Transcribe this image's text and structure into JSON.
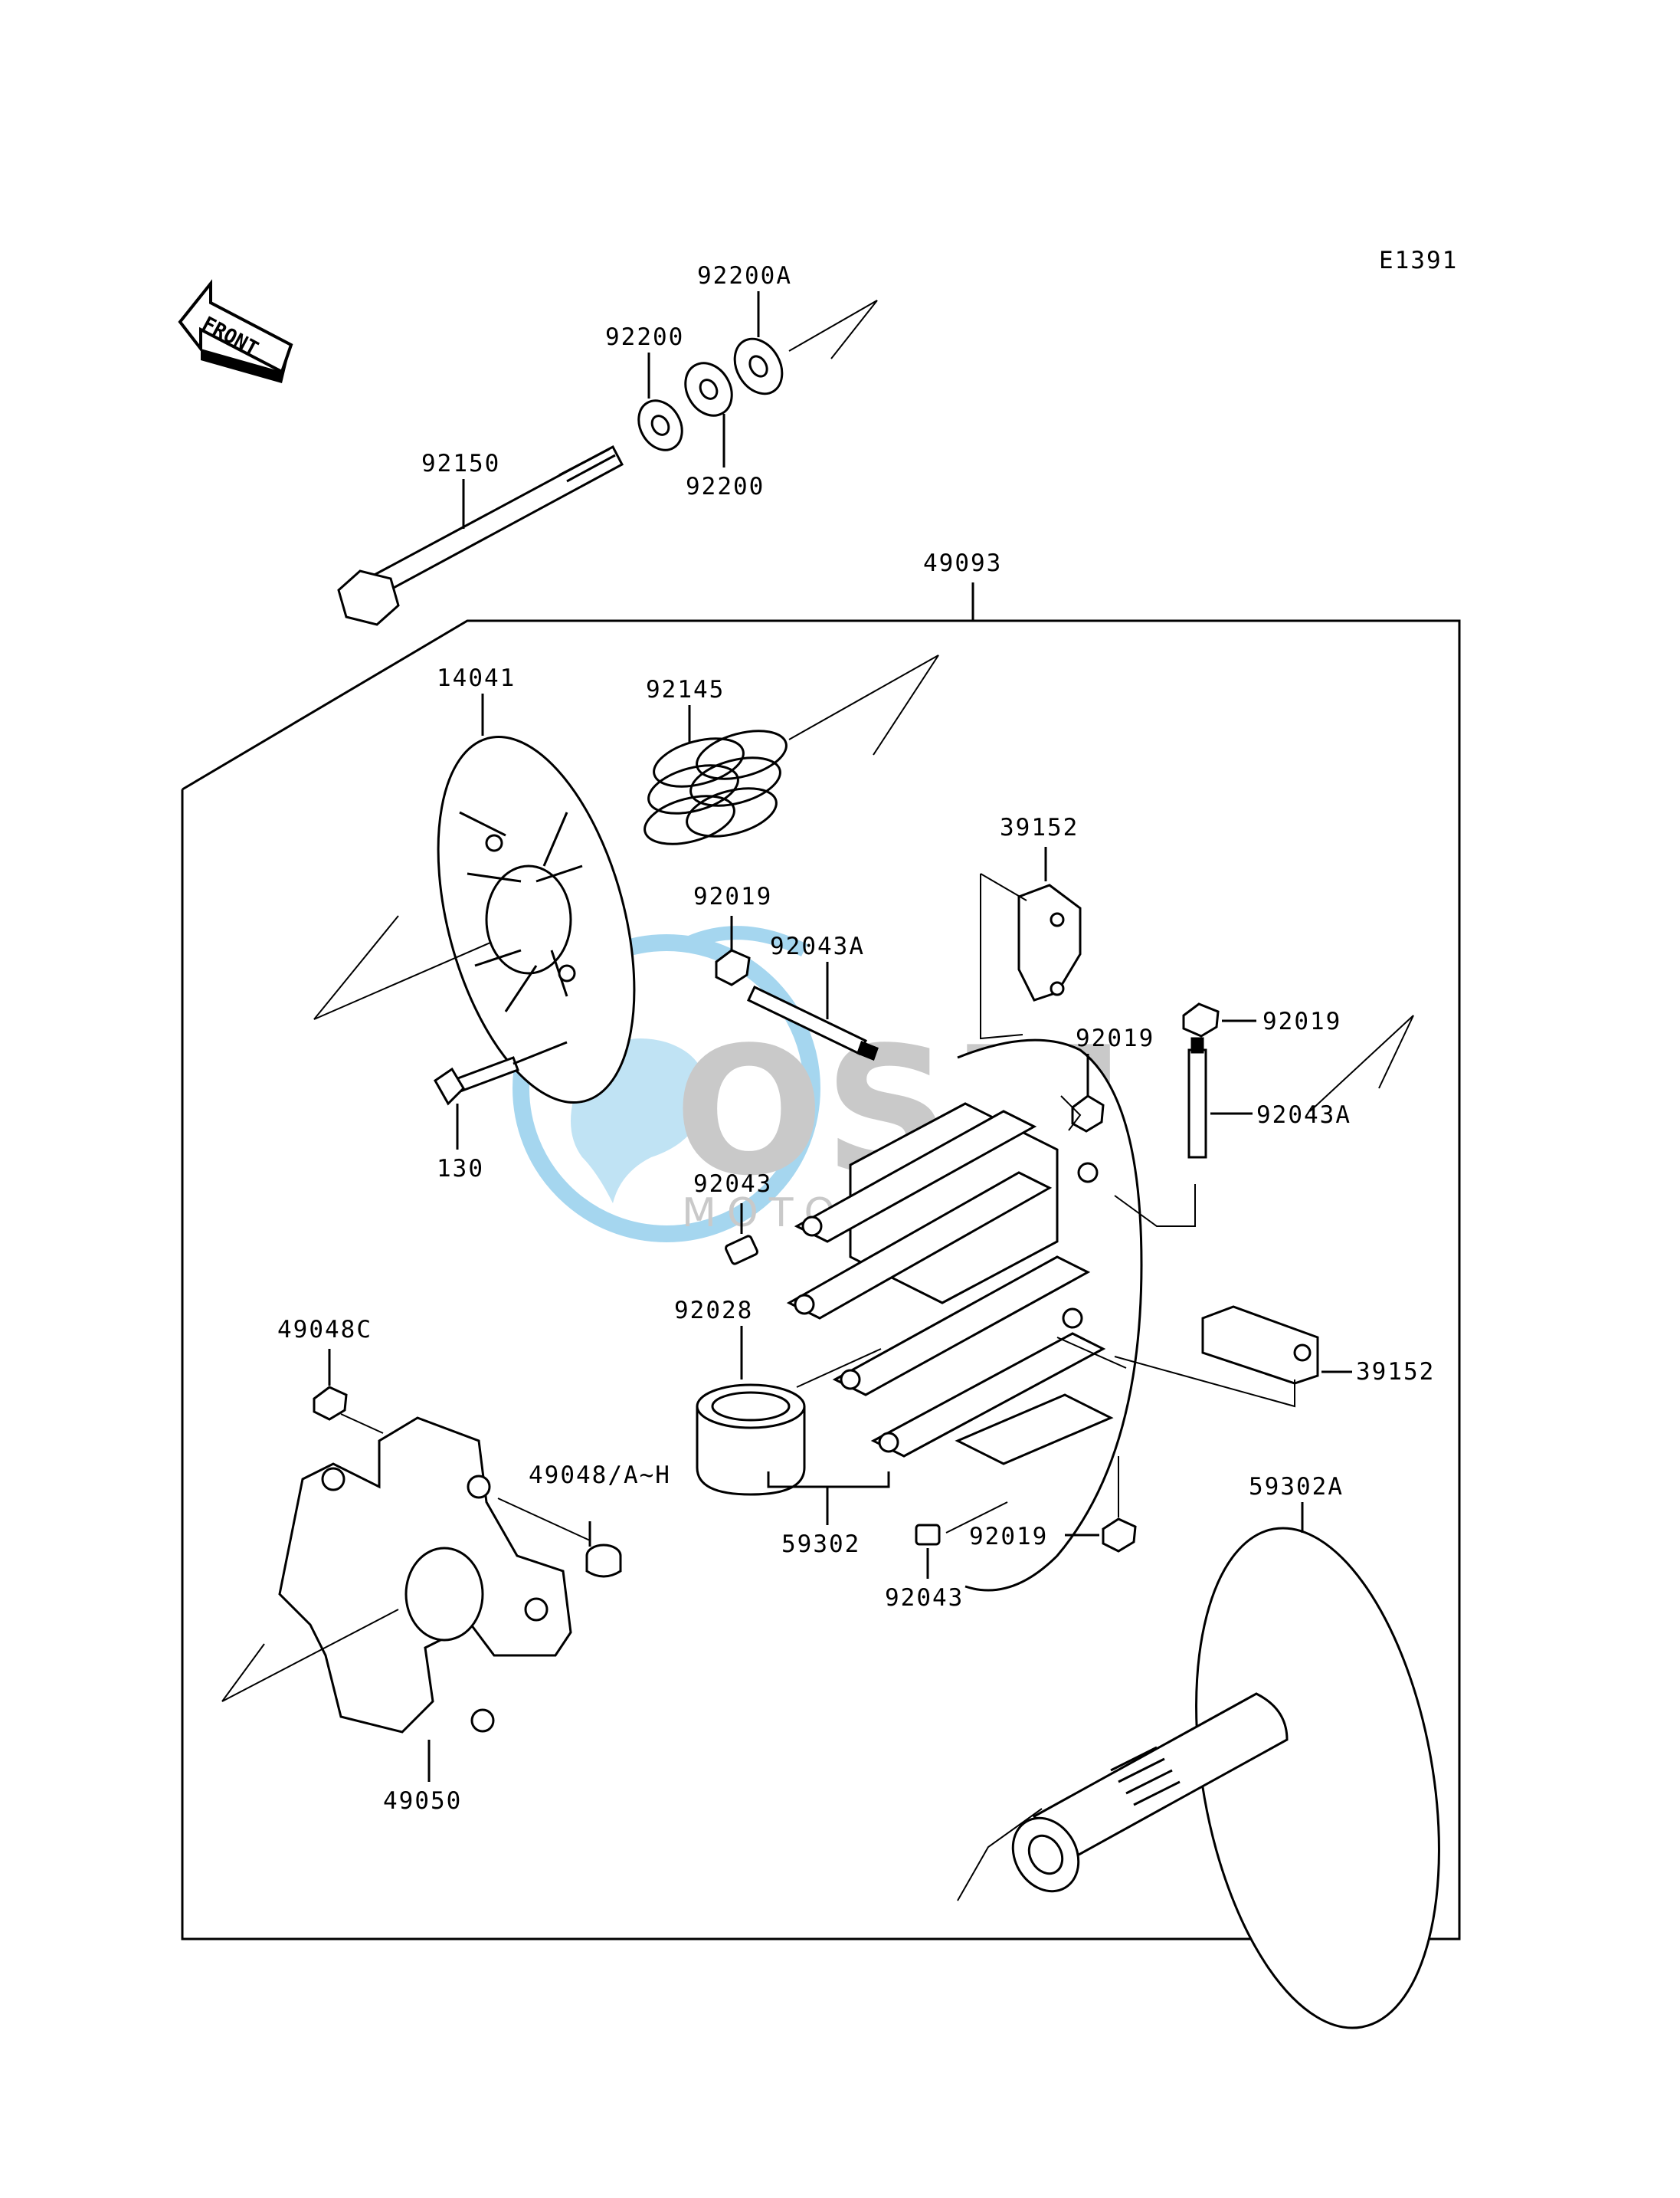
{
  "diagram_code": "E1391",
  "front_label": "FRONT",
  "watermark": {
    "brand": "OSM",
    "subtitle": "MOTORPARTS"
  },
  "parts": {
    "p92200A": "92200A",
    "p92200_top": "92200",
    "p92200_bottom": "92200",
    "p92150": "92150",
    "p49093": "49093",
    "p14041": "14041",
    "p92145": "92145",
    "p39152_top": "39152",
    "p92019_a": "92019",
    "p92043A_a": "92043A",
    "p92019_b": "92019",
    "p92019_c": "92019",
    "p92043A_b": "92043A",
    "p130": "130",
    "p92043_a": "92043",
    "p92028": "92028",
    "p49048C": "49048C",
    "p39152_right": "39152",
    "p49048AH": "49048/A~H",
    "p59302A": "59302A",
    "p59302": "59302",
    "p92019_d": "92019",
    "p92043_b": "92043",
    "p49050": "49050"
  },
  "colors": {
    "line": "#000000",
    "watermark_blue": "#3aa6dc",
    "watermark_gray": "#8a8a8a"
  }
}
